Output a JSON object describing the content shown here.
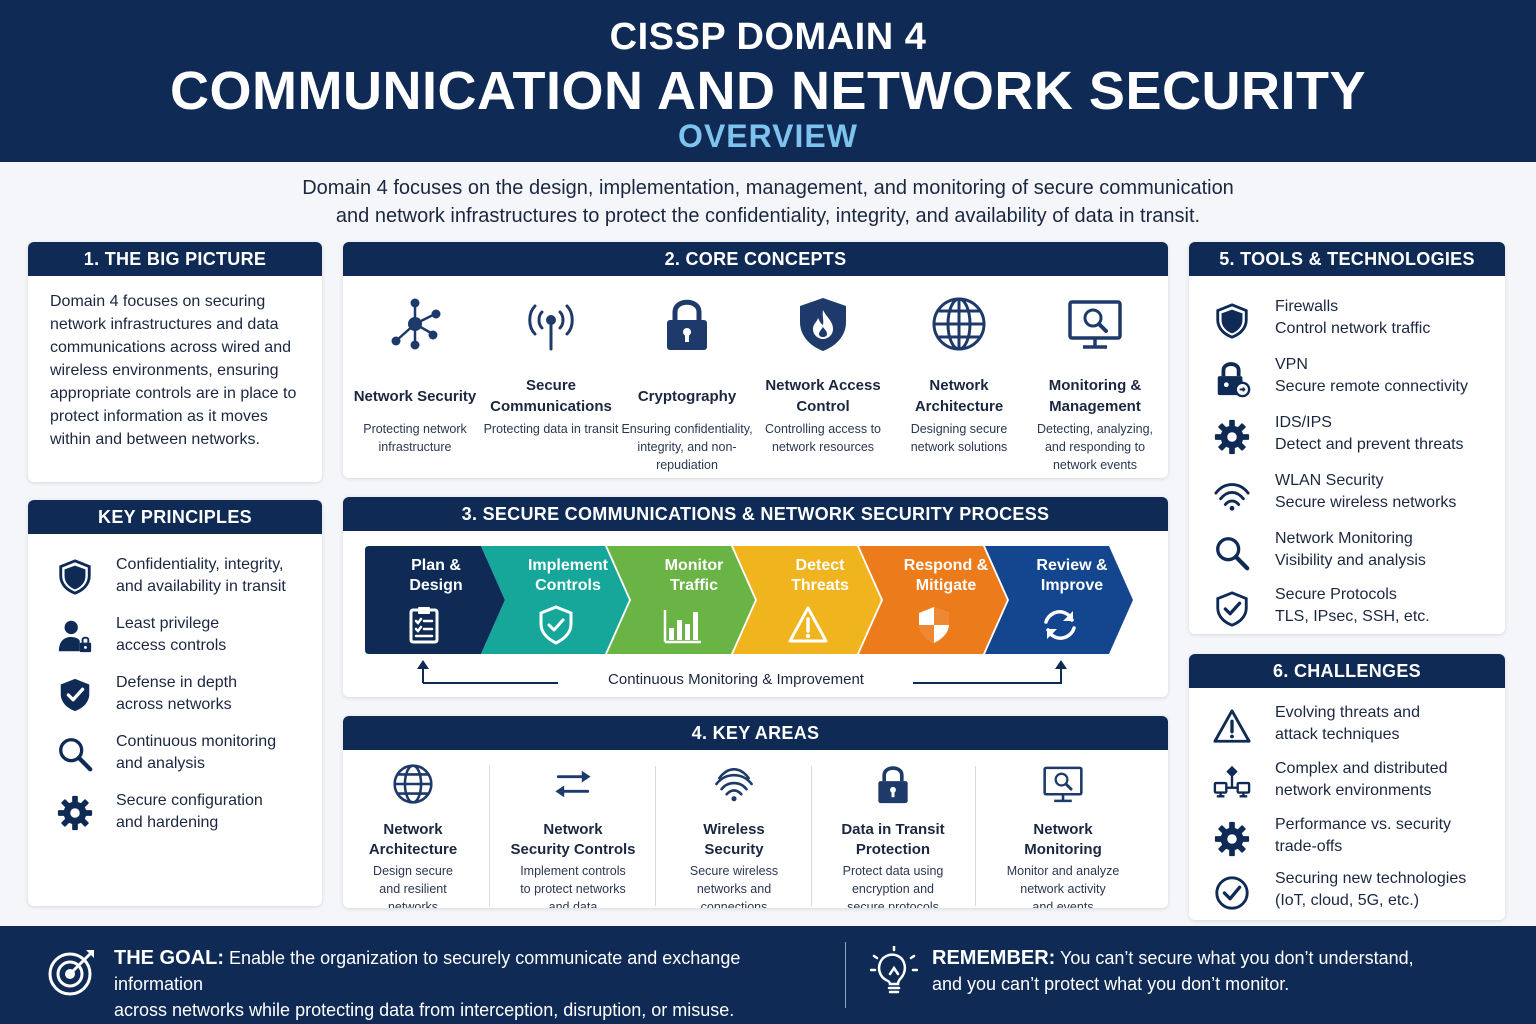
{
  "header": {
    "line1": "CISSP DOMAIN 4",
    "line2": "COMMUNICATION AND NETWORK SECURITY",
    "line3": "OVERVIEW"
  },
  "intro": {
    "line1": "Domain 4 focuses on the design, implementation, management, and monitoring of secure communication",
    "line2": "and network infrastructures to protect the confidentiality, integrity, and availability of data in transit."
  },
  "big_picture": {
    "title": "1. THE BIG PICTURE",
    "text": "Domain 4 focuses on securing network infrastructures and data communications across wired and wireless environments, ensuring appropriate controls are in place to protect information as it moves within and between networks."
  },
  "key_principles": {
    "title": "KEY PRINCIPLES",
    "items": [
      {
        "l1": "Confidentiality, integrity,",
        "l2": "and availability in transit",
        "icon": "shield-icon"
      },
      {
        "l1": "Least privilege",
        "l2": "access controls",
        "icon": "user-lock-icon"
      },
      {
        "l1": "Defense in depth",
        "l2": "across networks",
        "icon": "shield-check-icon"
      },
      {
        "l1": "Continuous monitoring",
        "l2": "and analysis",
        "icon": "magnifier-icon"
      },
      {
        "l1": "Secure configuration",
        "l2": "and hardening",
        "icon": "gear-icon"
      }
    ]
  },
  "core_concepts": {
    "title": "2. CORE CONCEPTS",
    "items": [
      {
        "name": "Network Security",
        "desc": "Protecting network infrastructure",
        "icon": "network-nodes-icon"
      },
      {
        "name": "Secure Communications",
        "desc": "Protecting data in transit",
        "icon": "antenna-icon"
      },
      {
        "name": "Cryptography",
        "desc": "Ensuring confidentiality, integrity, and non-repudiation",
        "icon": "padlock-icon"
      },
      {
        "name": "Network Access Control",
        "desc": "Controlling access to network resources",
        "icon": "shield-flame-icon"
      },
      {
        "name": "Network Architecture",
        "desc": "Designing secure network solutions",
        "icon": "globe-icon"
      },
      {
        "name": "Monitoring & Management",
        "desc": "Detecting, analyzing, and responding to network events",
        "icon": "monitor-search-icon"
      }
    ]
  },
  "process": {
    "title": "3. SECURE COMMUNICATIONS & NETWORK SECURITY PROCESS",
    "steps": [
      {
        "l1": "Plan &",
        "l2": "Design",
        "color": "#0e2a55",
        "icon": "clipboard-icon"
      },
      {
        "l1": "Implement",
        "l2": "Controls",
        "color": "#16a79a",
        "icon": "shield-check-icon"
      },
      {
        "l1": "Monitor",
        "l2": "Traffic",
        "color": "#6ab445",
        "icon": "bar-chart-icon"
      },
      {
        "l1": "Detect",
        "l2": "Threats",
        "color": "#f0b51e",
        "icon": "warning-icon"
      },
      {
        "l1": "Respond &",
        "l2": "Mitigate",
        "color": "#ec7b1c",
        "icon": "shield-split-icon"
      },
      {
        "l1": "Review &",
        "l2": "Improve",
        "color": "#13468f",
        "icon": "refresh-icon"
      }
    ],
    "loop_label": "Continuous Monitoring & Improvement"
  },
  "key_areas": {
    "title": "4. KEY AREAS",
    "items": [
      {
        "l1": "Network",
        "l2": "Architecture",
        "d1": "Design secure",
        "d2": "and resilient",
        "d3": "networks",
        "icon": "globe-icon"
      },
      {
        "l1": "Network",
        "l2": "Security Controls",
        "d1": "Implement controls",
        "d2": "to protect networks",
        "d3": "and data",
        "icon": "exchange-arrows-icon"
      },
      {
        "l1": "Wireless",
        "l2": "Security",
        "d1": "Secure wireless",
        "d2": "networks and",
        "d3": "connections",
        "icon": "wifi-icon"
      },
      {
        "l1": "Data in Transit",
        "l2": "Protection",
        "d1": "Protect data using",
        "d2": "encryption and",
        "d3": "secure protocols",
        "icon": "padlock-icon"
      },
      {
        "l1": "Network",
        "l2": "Monitoring",
        "d1": "Monitor and analyze",
        "d2": "network activity",
        "d3": "and events",
        "icon": "monitor-search-icon"
      }
    ]
  },
  "tools": {
    "title": "5. TOOLS & TECHNOLOGIES",
    "items": [
      {
        "name": "Firewalls",
        "desc": "Control network traffic",
        "icon": "shield-icon"
      },
      {
        "name": "VPN",
        "desc": "Secure remote connectivity",
        "icon": "lock-key-icon"
      },
      {
        "name": "IDS/IPS",
        "desc": "Detect and prevent threats",
        "icon": "gear-icon"
      },
      {
        "name": "WLAN Security",
        "desc": "Secure wireless networks",
        "icon": "wifi-icon"
      },
      {
        "name": "Network Monitoring",
        "desc": "Visibility and analysis",
        "icon": "magnifier-icon"
      },
      {
        "name": "Secure Protocols",
        "desc": "TLS, IPsec, SSH, etc.",
        "icon": "shield-check-icon"
      }
    ]
  },
  "challenges": {
    "title": "6. CHALLENGES",
    "items": [
      {
        "l1": "Evolving threats and",
        "l2": "attack techniques",
        "icon": "warning-icon"
      },
      {
        "l1": "Complex and distributed",
        "l2": "network environments",
        "icon": "distributed-network-icon"
      },
      {
        "l1": "Performance vs. security",
        "l2": "trade-offs",
        "icon": "gear-icon"
      },
      {
        "l1": "Securing new technologies",
        "l2": "(IoT, cloud, 5G, etc.)",
        "icon": "check-circle-icon"
      }
    ]
  },
  "footer": {
    "goal_label": "THE GOAL:",
    "goal_l1": "Enable the organization to securely communicate and exchange information",
    "goal_l2": "across networks while protecting data from interception, disruption, or misuse.",
    "remember_label": "REMEMBER:",
    "remember_l1": "You can’t secure what you don’t understand,",
    "remember_l2": "and you can’t protect what you don’t monitor."
  },
  "colors": {
    "navy": "#0e2a55",
    "accent": "#7ec3ee"
  }
}
